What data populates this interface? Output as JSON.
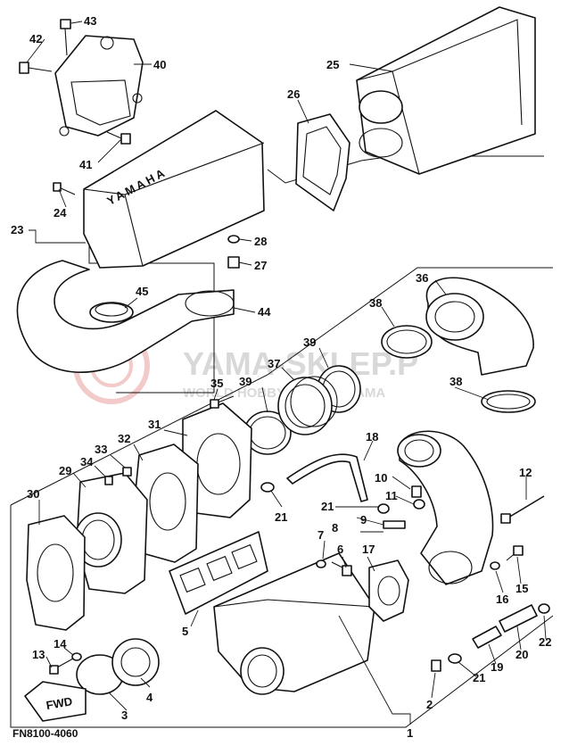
{
  "diagram": {
    "figure_code": "FN8100-4060",
    "fwd_tag": "FWD",
    "brand_text": "YAMAHA",
    "watermark_line1": "YAMA-SKLEP.P",
    "watermark_line2": "WORLD HOBBY DEALER YAMA",
    "callouts": {
      "p1": "1",
      "p2": "2",
      "p3": "3",
      "p4": "4",
      "p5": "5",
      "p6": "6",
      "p7": "7",
      "p8": "8",
      "p9": "9",
      "p10": "10",
      "p11": "11",
      "p12": "12",
      "p13": "13",
      "p14": "14",
      "p15": "15",
      "p16": "16",
      "p17": "17",
      "p18": "18",
      "p19": "19",
      "p20": "20",
      "p21a": "21",
      "p21b": "21",
      "p21c": "21",
      "p22": "22",
      "p23": "23",
      "p24": "24",
      "p25": "25",
      "p26": "26",
      "p27": "27",
      "p28": "28",
      "p29": "29",
      "p30": "30",
      "p31": "31",
      "p32": "32",
      "p33": "33",
      "p34": "34",
      "p35": "35",
      "p36": "36",
      "p37": "37",
      "p38a": "38",
      "p38b": "38",
      "p39a": "39",
      "p39b": "39",
      "p40": "40",
      "p41": "41",
      "p42": "42",
      "p43": "43",
      "p44": "44",
      "p45": "45"
    }
  }
}
